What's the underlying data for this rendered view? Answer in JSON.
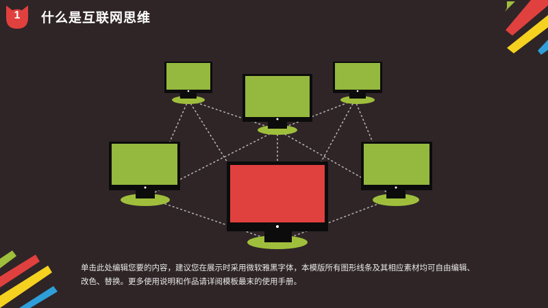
{
  "slide": {
    "badge_number": "1",
    "title": "什么是互联网思维",
    "body_text": "单击此处编辑您要的内容，建议您在展示时采用微软雅黑字体，本模版所有图形线条及其相应素材均可自由编辑、改色、替换。更多使用说明和作品请详阅模板最末的使用手册。"
  },
  "colors": {
    "background": "#2f2527",
    "accent_red": "#e0403e",
    "accent_green": "#9fbf3c",
    "screen_green": "#95b83e",
    "monitor_black": "#0c0c0c",
    "stripe_yellow": "#f4d21f",
    "stripe_blue": "#2e9fd8"
  },
  "icons": {
    "badge": "cat-badge-icon",
    "monitors": "desktop-monitor-icon"
  }
}
